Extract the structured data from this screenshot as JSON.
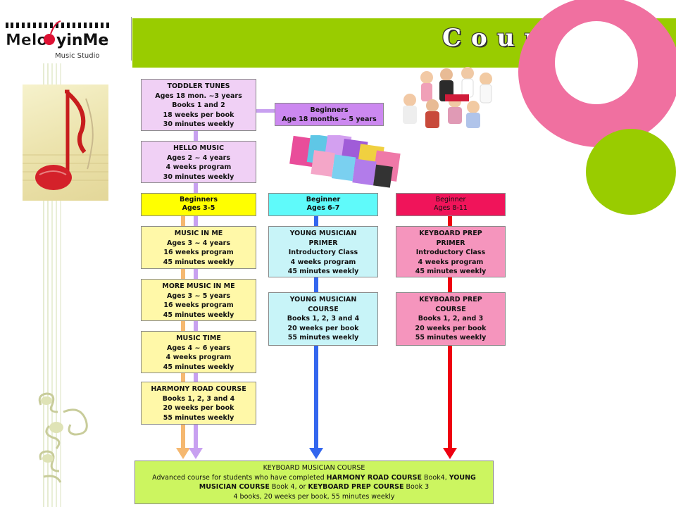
{
  "logo": {
    "name": "MelodyinMe",
    "subtitle": "Music Studio"
  },
  "slide_title": "Course F",
  "colors": {
    "green_bar": "#99cc00",
    "pink": "#f070a0",
    "lavender": "#f0d0f5",
    "purple_box": "#cc88f0",
    "yellow_header": "#ffff00",
    "yellow_box": "#fff8a8",
    "cyan_header": "#5ffafa",
    "cyan_box": "#c8f4f8",
    "red_header": "#f0145a",
    "pink_box": "#f595bd",
    "bottom_box": "#ccf560",
    "blue_line": "#3366ee",
    "red_line": "#ee0011",
    "orange_line": "#f5b870",
    "lilac_line": "#c8a0f0"
  },
  "toddler_tunes": {
    "lines": [
      "TODDLER TUNES",
      "Ages 18 mon. ~3 years",
      "Books 1 and 2",
      "18 weeks per book",
      "30 minutes weekly"
    ]
  },
  "beginners_18m": {
    "lines": [
      "Beginners",
      "Age 18 months ~ 5 years"
    ]
  },
  "hello_music": {
    "lines": [
      "HELLO MUSIC",
      "Ages 2 ~ 4 years",
      "4 weeks program",
      "30 minutes weekly"
    ]
  },
  "beginners_3_5": {
    "lines": [
      "Beginners",
      "Ages 3-5"
    ]
  },
  "beginner_6_7": {
    "lines": [
      "Beginner",
      "Ages 6-7"
    ]
  },
  "beginner_8_11": {
    "lines": [
      "Beginner",
      "Ages 8-11"
    ]
  },
  "music_in_me": {
    "lines": [
      "MUSIC IN ME",
      "Ages 3 ~ 4 years",
      "16 weeks program",
      "45 minutes weekly"
    ]
  },
  "more_music_in_me": {
    "lines": [
      "MORE MUSIC IN ME",
      "Ages 3 ~ 5 years",
      "16 weeks program",
      "45 minutes weekly"
    ]
  },
  "music_time": {
    "lines": [
      "MUSIC TIME",
      "Ages 4 ~ 6 years",
      "4 weeks program",
      "45 minutes weekly"
    ]
  },
  "harmony_road": {
    "lines": [
      "HARMONY ROAD COURSE",
      "Books 1, 2, 3 and 4",
      "20 weeks per book",
      "55 minutes weekly"
    ]
  },
  "young_primer": {
    "lines": [
      "YOUNG MUSICIAN",
      "PRIMER",
      "Introductory Class",
      "4 weeks program",
      "45 minutes weekly"
    ]
  },
  "young_course": {
    "lines": [
      "YOUNG MUSICIAN",
      "COURSE",
      "Books 1, 2, 3 and 4",
      "20 weeks per book",
      "55 minutes weekly"
    ]
  },
  "keyboard_primer": {
    "lines": [
      "KEYBOARD PREP",
      "PRIMER",
      "Introductory Class",
      "4 weeks program",
      "45 minutes weekly"
    ]
  },
  "keyboard_course": {
    "lines": [
      "KEYBOARD PREP",
      "COURSE",
      "Books 1, 2, and 3",
      "20 weeks per book",
      "55 minutes weekly"
    ]
  },
  "keyboard_musician": {
    "title": "KEYBOARD MUSICIAN COURSE",
    "line1_pre": "Advanced course for students who have completed ",
    "line1_b1": "HARMONY ROAD COURSE",
    "line1_mid": " Book4, ",
    "line1_b2": "YOUNG",
    "line2_b1": "MUSICIAN COURSE",
    "line2_mid": " Book 4, or ",
    "line2_b2": "KEYBOARD PREP COURSE",
    "line2_post": " Book 3",
    "line3": "4 books, 20 weeks per book, 55 minutes weekly"
  }
}
